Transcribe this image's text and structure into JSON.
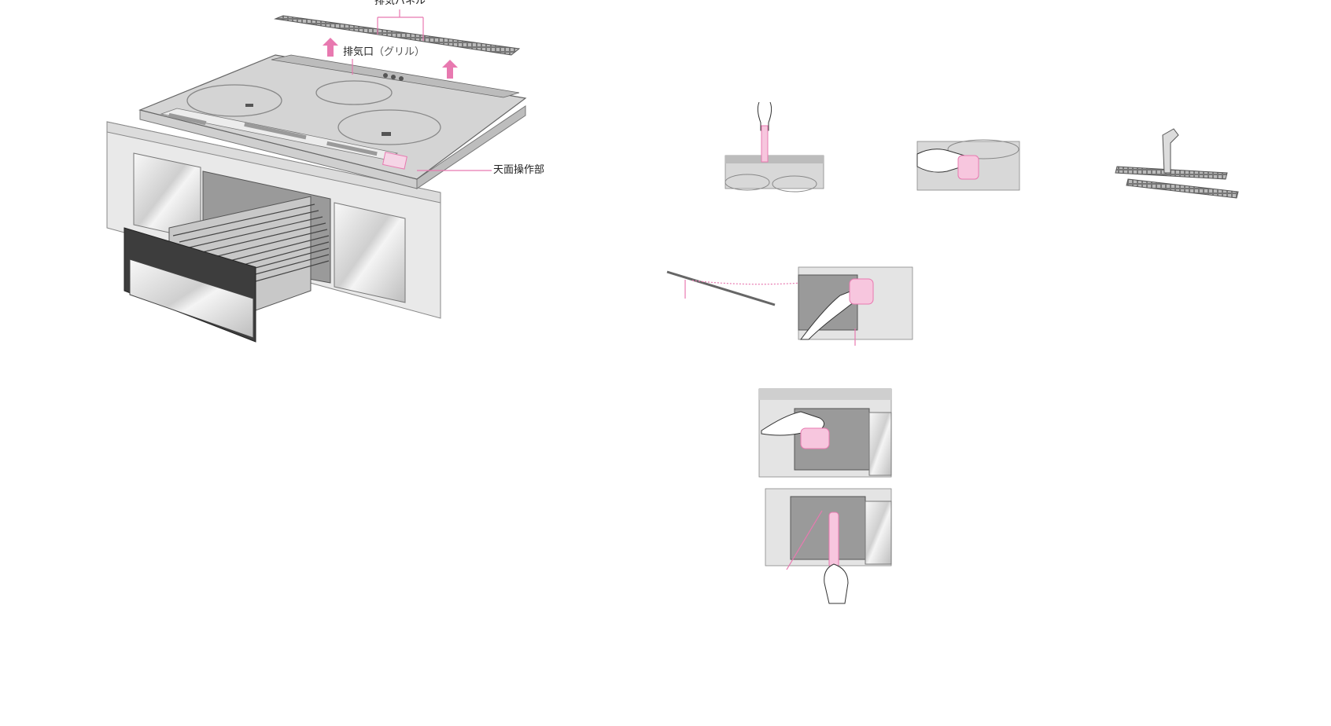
{
  "labels": {
    "exhaust_panel": "排気パネル",
    "exhaust_port": "排気口",
    "exhaust_port_sub": "（グリル）",
    "top_control": "天面操作部"
  },
  "icons": {
    "lift_arrow": "arrow-up-icon"
  },
  "colors": {
    "accent_pink": "#e879b0",
    "line_gray": "#555555",
    "surface_gray": "#d8d8d8",
    "light_gray": "#ececec",
    "dark_gray": "#3a3a3a",
    "cloth_pink": "#f7c6de"
  }
}
